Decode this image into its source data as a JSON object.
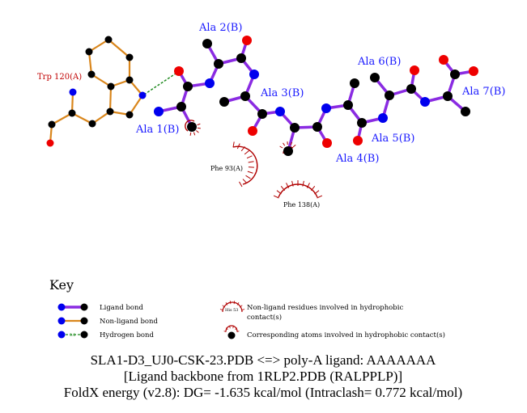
{
  "colors": {
    "ligand_bond": "#8a2be2",
    "nonligand_bond": "#d9861c",
    "hbond": "#1f8a1f",
    "carbon": "#000000",
    "nitrogen": "#0000ee",
    "oxygen": "#ee0000",
    "residue_label": "#1a1aff",
    "hydrophobic": "#b00000"
  },
  "ligand_residues": [
    {
      "label": "Ala 1(B)"
    },
    {
      "label": "Ala 2(B)"
    },
    {
      "label": "Ala 3(B)"
    },
    {
      "label": "Ala 4(B)"
    },
    {
      "label": "Ala 5(B)"
    },
    {
      "label": "Ala 6(B)"
    },
    {
      "label": "Ala 7(B)"
    }
  ],
  "nonligand_residue": {
    "label": "Trp 120(A)"
  },
  "hydrophobic_residues": [
    {
      "label": "Phe 93(A)"
    },
    {
      "label": "Phe 138(A)"
    }
  ],
  "key": {
    "title": "Key",
    "ligand_bond": "Ligand bond",
    "nonligand_bond": "Non-ligand bond",
    "hydrogen_bond": "Hydrogen bond",
    "hbond_length": "3.0",
    "hydrophobic_example": "His 53",
    "hydrophobic_residues_line1": "Non-ligand residues involved in hydrophobic",
    "hydrophobic_residues_line2": "contact(s)",
    "hydrophobic_atoms": "Corresponding atoms involved in hydrophobic contact(s)"
  },
  "caption": {
    "line1": "SLA1-D3_UJ0-CSK-23.PDB <=> poly-A ligand: AAAAAAA",
    "line2": "[Ligand backbone from 1RLP2.PDB (RALPPLP)]",
    "line3": "FoldX energy (v2.8): DG= -1.635 kcal/mol (Intraclash= 0.772 kcal/mol)"
  }
}
